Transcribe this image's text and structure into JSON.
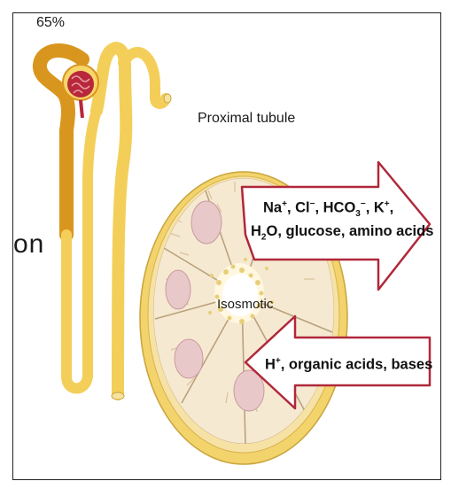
{
  "labels": {
    "percent": "65%",
    "cut_word": "on",
    "tubule_title": "Proximal tubule",
    "lumen": "Isosmotic"
  },
  "outward_arrow": {
    "line1": [
      "Na",
      "+",
      ", Cl",
      "−",
      ", HCO",
      "3",
      "−",
      ", K",
      "+",
      ","
    ],
    "line2": [
      "H",
      "2",
      "O, glucose, amino acids"
    ]
  },
  "inward_arrow": {
    "line1": [
      "H",
      "+",
      ", organic acids, bases"
    ]
  },
  "colors": {
    "tubule_yellow": "#f7d66a",
    "tubule_dark": "#d9961f",
    "glomerulus": "#b8283a",
    "cell_fill": "#f6e9d2",
    "nucleus": "#e9c8c9",
    "arrow_border": "#b0283a",
    "ring_yellow": "#f3d36b"
  }
}
